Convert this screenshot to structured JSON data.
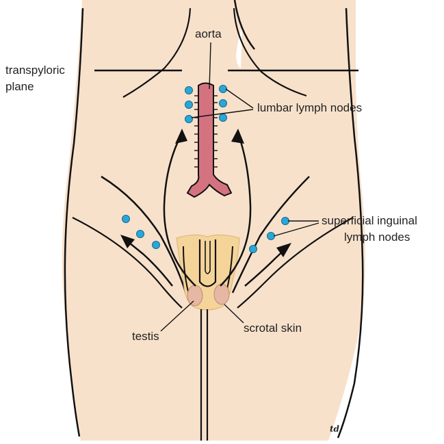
{
  "colors": {
    "skin": "#f7e1cb",
    "outline": "#111111",
    "aorta": "#d4737f",
    "node": "#2aa7d8",
    "scrotum": "#f5d49a",
    "testis": "#e6b7a3"
  },
  "labels": {
    "aorta": "aorta",
    "transpyloric_1": "transpyloric",
    "transpyloric_2": "plane",
    "lumbar": "lumbar lymph nodes",
    "inguinal_1": "superficial inguinal",
    "inguinal_2": "lymph nodes",
    "testis": "testis",
    "scrotal": "scrotal skin",
    "signature": "td"
  }
}
